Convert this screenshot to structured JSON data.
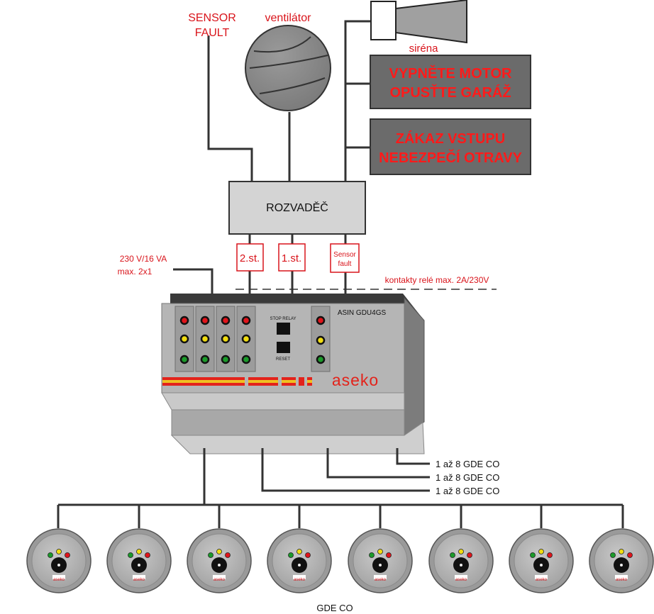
{
  "labels": {
    "sensor_fault_line1": "SENSOR",
    "sensor_fault_line2": "FAULT",
    "ventilator": "ventilátor",
    "sirena": "siréna",
    "warning1_line1": "VYPNĚTE MOTOR",
    "warning1_line2": "OPUSŤTE GARÁŽ",
    "warning2_line1": "ZÁKAZ VSTUPU",
    "warning2_line2": "NEBEZPEČÍ OTRAVY",
    "rozvadec": "ROZVADĚČ",
    "relay_2st": "2.st.",
    "relay_1st": "1.st.",
    "relay_sf_line1": "Sensor",
    "relay_sf_line2": "fault",
    "power_line1": "230 V/16 VA",
    "power_line2": "max. 2x1",
    "contacts": "kontakty relé max. 2A/230V",
    "model": "ASIN GDU4GS",
    "stop_relay": "STOP RELAY",
    "reset": "RESET",
    "brand": "aseko",
    "branch1": "1 až 8 GDE CO",
    "branch2": "1 až 8 GDE CO",
    "branch3": "1 až 8 GDE CO",
    "sensor_brand": "aseko",
    "sensors_caption": "GDE CO"
  },
  "colors": {
    "red_text": "#d9141b",
    "warning_bg": "#6b6b6b",
    "device_gray": "#b5b5b5",
    "led_red": "#e0141b",
    "led_yellow": "#f0dc10",
    "led_green": "#1b9a2a"
  }
}
